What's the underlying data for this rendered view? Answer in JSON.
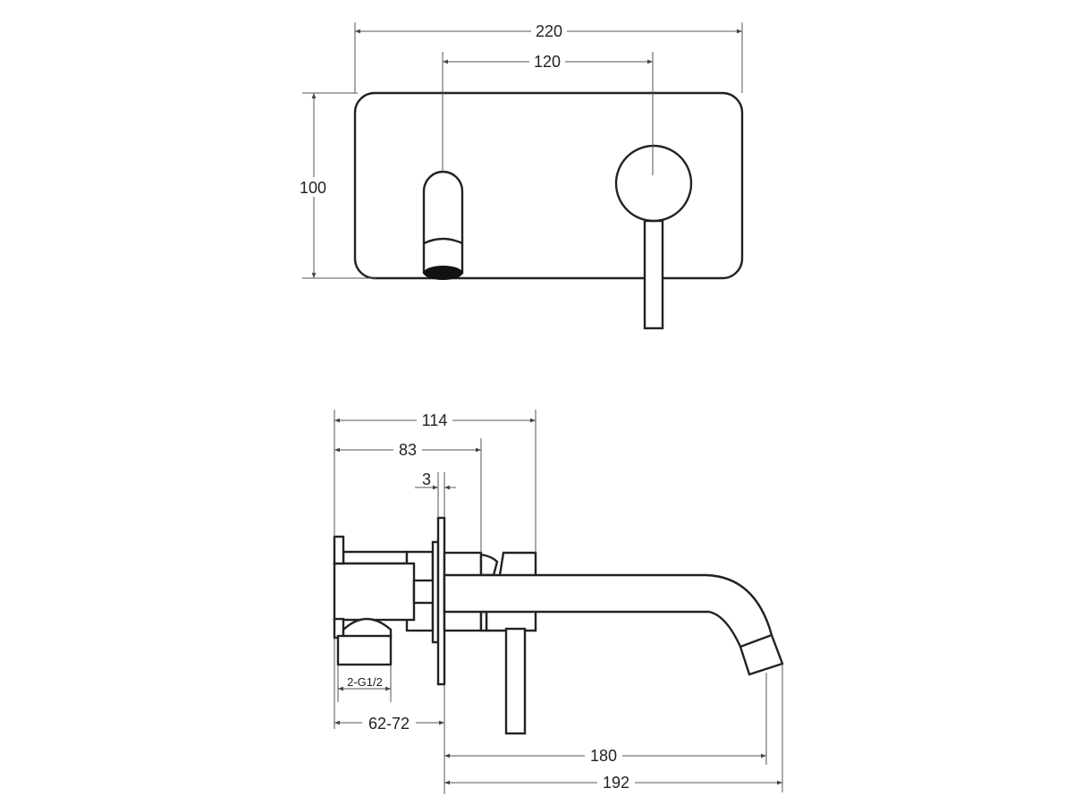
{
  "front_view": {
    "dimensions": {
      "plate_width": "220",
      "center_distance": "120",
      "plate_height": "100"
    }
  },
  "side_view": {
    "dimensions": {
      "overall_depth": "114",
      "handle_depth": "83",
      "plate_thickness": "3",
      "inlet_thread": "2-G1/2",
      "wall_depth_range": "62-72",
      "spout_reach": "180",
      "spout_overall": "192"
    }
  },
  "colors": {
    "line": "#222222",
    "background": "#ffffff"
  }
}
